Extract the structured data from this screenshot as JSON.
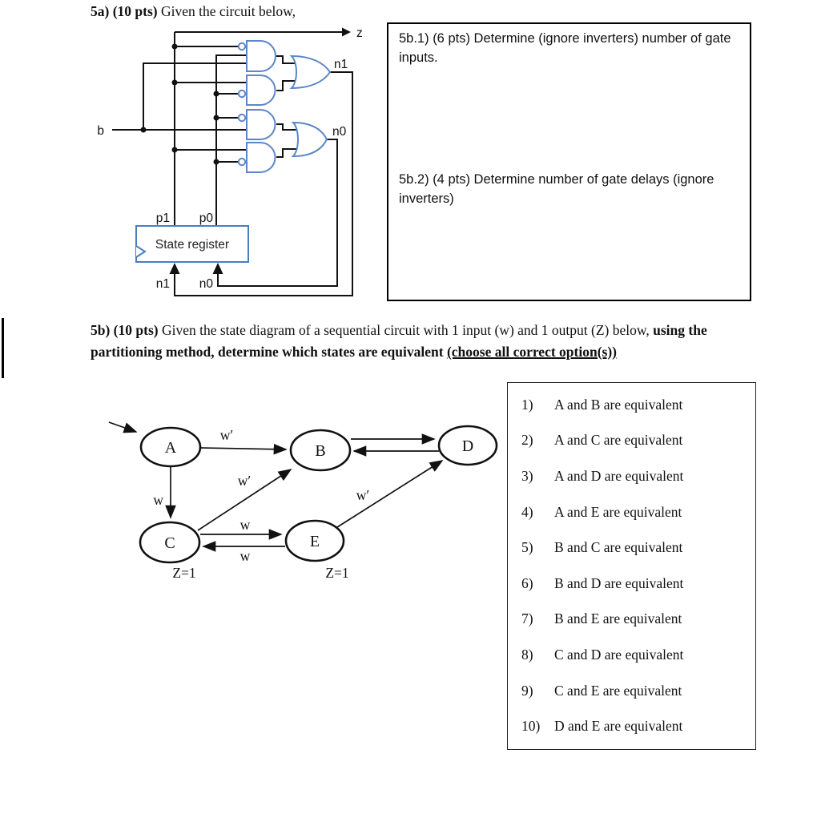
{
  "section_5a": {
    "title_bold": "5a) (10 pts)",
    "title_rest": " Given the circuit below,"
  },
  "circuit": {
    "z_label": "z",
    "b_label": "b",
    "n1_label": "n1",
    "n0_label": "n0",
    "p1_label": "p1",
    "p0_label": "p0",
    "n1_bottom_label": "n1",
    "n0_bottom_label": "n0",
    "register_label": "State register",
    "gate_color": "#5b87c8",
    "wire_color": "#111111"
  },
  "question_box": {
    "q1": "5b.1) (6 pts) Determine (ignore inverters) number of gate inputs.",
    "q2": "5b.2) (4 pts) Determine number of gate delays (ignore inverters)"
  },
  "section_5b": {
    "lead_bold": "5b) (10 pts)",
    "lead_normal": " Given the state diagram of a sequential circuit with 1 input (w) and 1 output (Z) below, ",
    "lead_bold2": "using the partitioning method, determine which states are equivalent ",
    "lead_underlined": "(choose all correct option(s))"
  },
  "state_diagram": {
    "states": {
      "A": "A",
      "B": "B",
      "C": "C",
      "D": "D",
      "E": "E"
    },
    "edge_labels": {
      "a_b": "w′",
      "a_c": "w",
      "c_b": "w′",
      "c_e": "w",
      "e_c": "w",
      "e_d": "w′"
    },
    "output_c": "Z=1",
    "output_e": "Z=1"
  },
  "options": {
    "items": [
      {
        "num": "1)",
        "text": "A and B are equivalent"
      },
      {
        "num": "2)",
        "text": "A and C are equivalent"
      },
      {
        "num": "3)",
        "text": "A and D are equivalent"
      },
      {
        "num": "4)",
        "text": "A and E are equivalent"
      },
      {
        "num": "5)",
        "text": "B and C are equivalent"
      },
      {
        "num": "6)",
        "text": "B and D are equivalent"
      },
      {
        "num": "7)",
        "text": "B and E are equivalent"
      },
      {
        "num": "8)",
        "text": "C and D are equivalent"
      },
      {
        "num": "9)",
        "text": "C and E are equivalent"
      },
      {
        "num": "10)",
        "text": "D and E are equivalent"
      }
    ]
  }
}
